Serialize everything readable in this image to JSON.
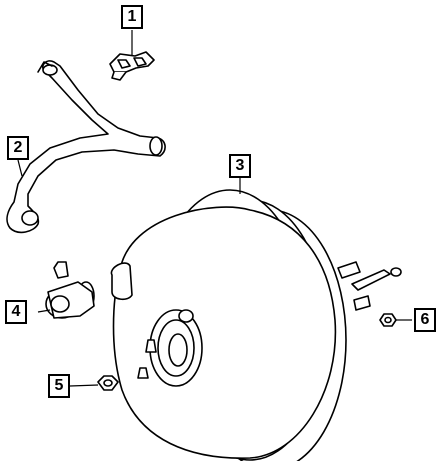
{
  "callouts": [
    {
      "id": "1",
      "label": "1"
    },
    {
      "id": "2",
      "label": "2"
    },
    {
      "id": "3",
      "label": "3"
    },
    {
      "id": "4",
      "label": "4"
    },
    {
      "id": "5",
      "label": "5"
    },
    {
      "id": "6",
      "label": "6"
    }
  ],
  "colors": {
    "line": "#000000",
    "fill": "#ffffff"
  }
}
